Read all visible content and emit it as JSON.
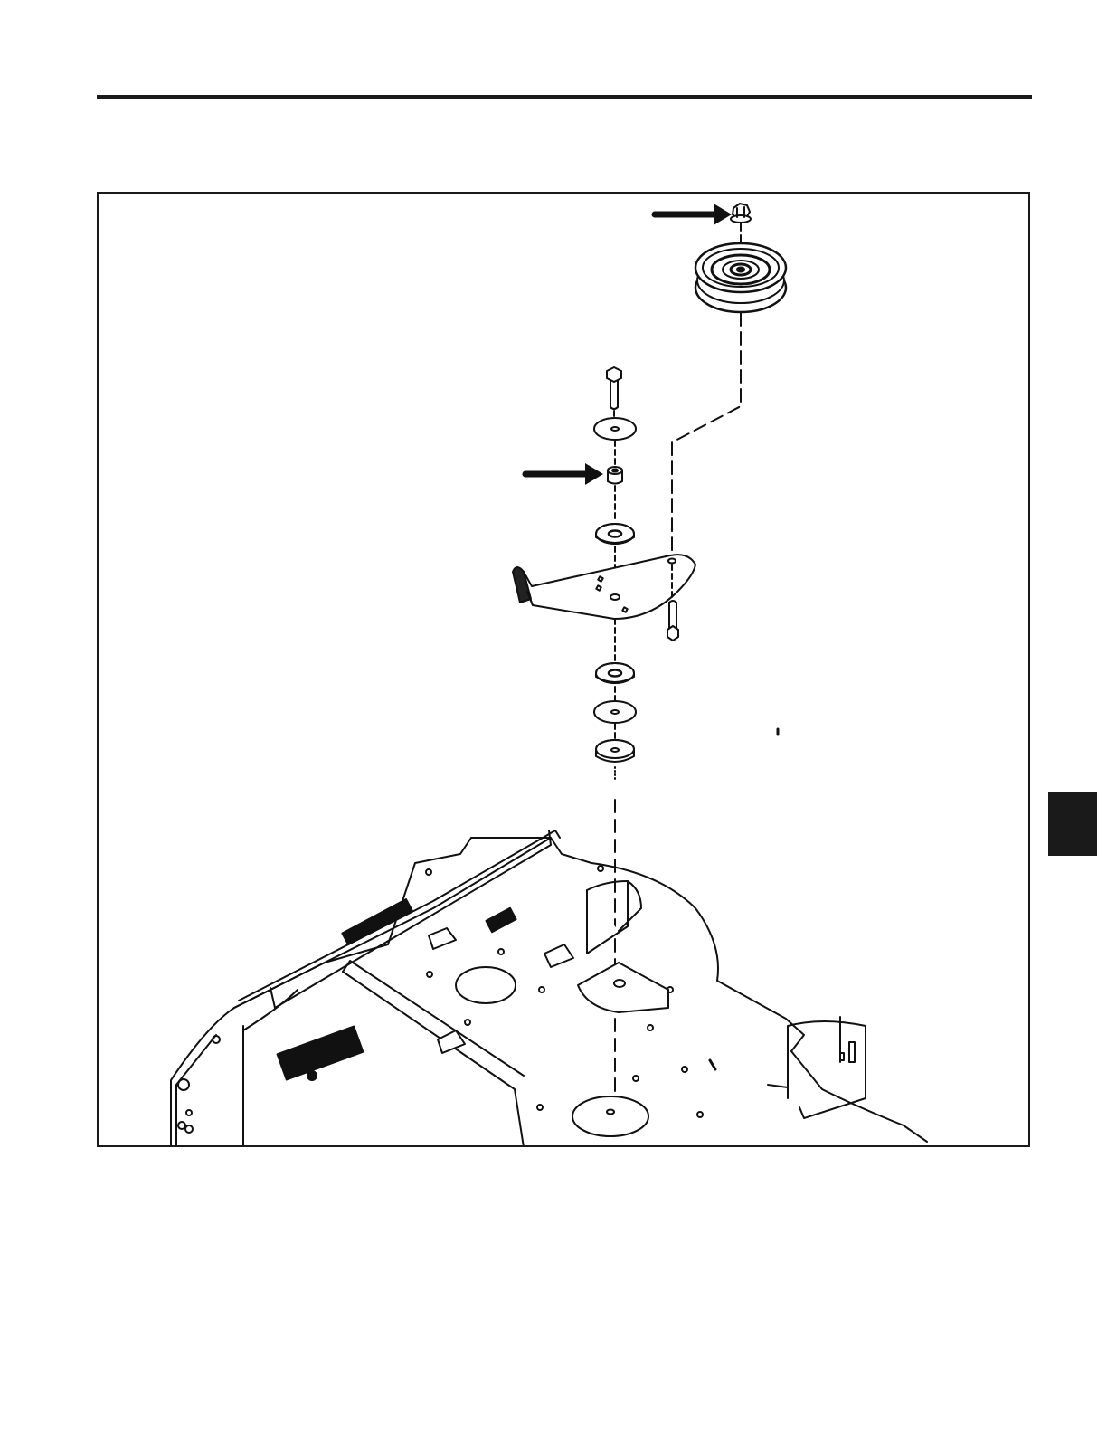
{
  "page": {
    "rule_color": "#1a1a1a",
    "tab_color": "#1a1a1a"
  },
  "figure": {
    "description_icon": "exploded-assembly-illustration",
    "callout_arrows": [
      "arrow-to-pulley-nut",
      "arrow-to-spacer"
    ],
    "parts": [
      "flange-nut",
      "idler-pulley",
      "bolt",
      "washer",
      "spacer",
      "flat-washer",
      "idler-arm",
      "bolt",
      "flat-washer",
      "washer",
      "bushing",
      "mower-deck"
    ]
  }
}
